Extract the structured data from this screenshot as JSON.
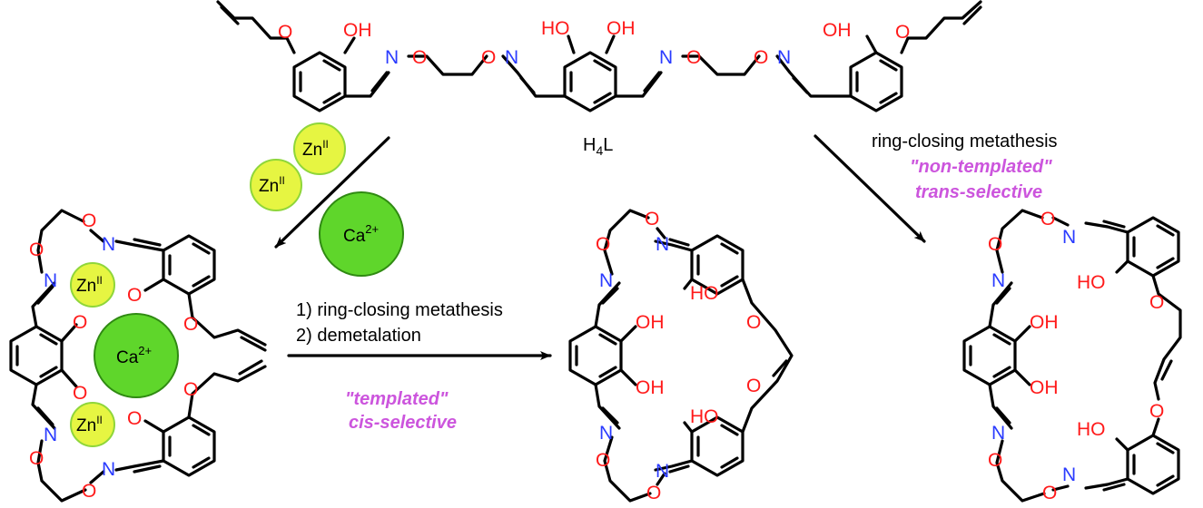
{
  "colors": {
    "oxygen": "#ff1a1a",
    "nitrogen": "#2a3bff",
    "zinc_fill": "#e6f542",
    "zinc_edge": "#8fd63a",
    "calcium_fill": "#5fd62b",
    "calcium_edge": "#2f8a12",
    "note": "#cc55dd"
  },
  "atoms": {
    "O": "O",
    "N": "N",
    "OH": "OH",
    "HO": "HO"
  },
  "compound": {
    "name": "H",
    "sub": "4",
    "suffix": "L"
  },
  "metals": {
    "zn": "Zn",
    "zn_ox": "II",
    "ca": "Ca",
    "ca_charge": "2+"
  },
  "steps": {
    "templated": {
      "line1": "1) ring-closing metathesis",
      "line2": "2) demetalation",
      "note1": "\"templated\"",
      "note2": "cis-selective"
    },
    "nontemplated": {
      "line1": "ring-closing metathesis",
      "note1": "\"non-templated\"",
      "note2": "trans-selective"
    }
  }
}
